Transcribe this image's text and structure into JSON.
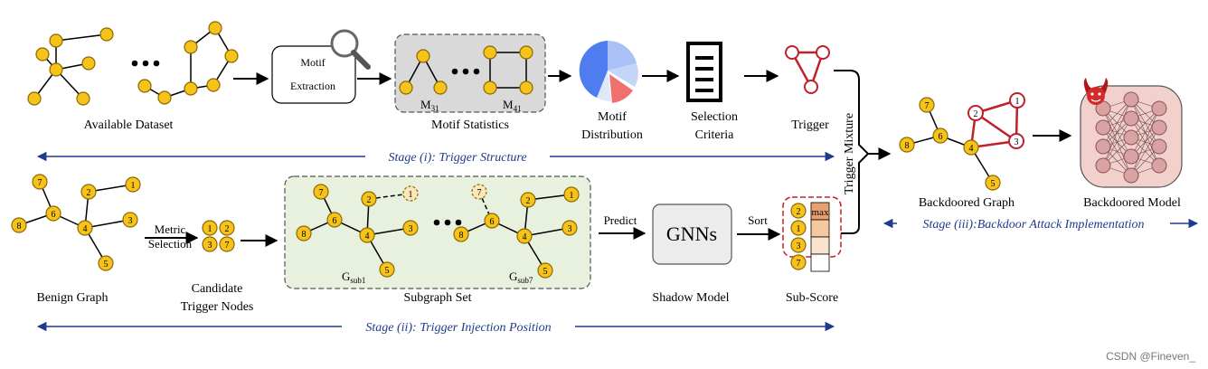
{
  "colors": {
    "node_fill": "#f7c21a",
    "node_stroke": "#8a6a00",
    "stage_line": "#1f3b8c",
    "trigger_red": "#c0202a",
    "motif_box_bg": "#d9d9d9",
    "subgraph_bg": "#e8f0de",
    "model_bg": "#f2d0cc",
    "neuron_fill": "#d9a3a3",
    "pie_blue": "#4f7df0",
    "pie_light_blue": "#a9c1f6",
    "pie_red": "#f07070",
    "score_max": "#e8a070",
    "score_mid": "#f6c8a0",
    "score_low": "#fbe2cc"
  },
  "labels": {
    "available_dataset": "Available Dataset",
    "motif_extraction_1": "Motif",
    "motif_extraction_2": "Extraction",
    "motif_statistics": "Motif Statistics",
    "m31_base": "M",
    "m31_sub": "31",
    "m41_base": "M",
    "m41_sub": "41",
    "motif_dist_1": "Motif",
    "motif_dist_2": "Distribution",
    "selection_1": "Selection",
    "selection_2": "Criteria",
    "trigger": "Trigger",
    "trigger_mixture": "Trigger Mixture",
    "stage_i": "Stage (i): Trigger Structure",
    "stage_ii": "Stage (ii): Trigger Injection Position",
    "stage_iii": "Stage (iii):Backdoor Attack Implementation",
    "benign_graph": "Benign Graph",
    "metric_1": "Metric",
    "metric_2": "Selection",
    "candidate_1": "Candidate",
    "candidate_2": "Trigger Nodes",
    "subgraph_set": "Subgraph Set",
    "gsub1_base": "G",
    "gsub1_sub": "sub1",
    "gsub7_base": "G",
    "gsub7_sub": "sub7",
    "predict": "Predict",
    "gnns": "GNNs",
    "sort": "Sort",
    "shadow_model": "Shadow Model",
    "sub_score": "Sub-Score",
    "max": "max",
    "backdoored_graph": "Backdoored Graph",
    "backdoored_model": "Backdoored Model",
    "watermark": "CSDN @Fineven_"
  },
  "node_numbers": {
    "n1": "1",
    "n2": "2",
    "n3": "3",
    "n4": "4",
    "n5": "5",
    "n6": "6",
    "n7": "7",
    "n8": "8"
  },
  "icons": {
    "magnifier": "magnifier-icon",
    "document": "document-icon",
    "devil": "devil-icon",
    "ellipsis": "ellipsis-icon"
  }
}
